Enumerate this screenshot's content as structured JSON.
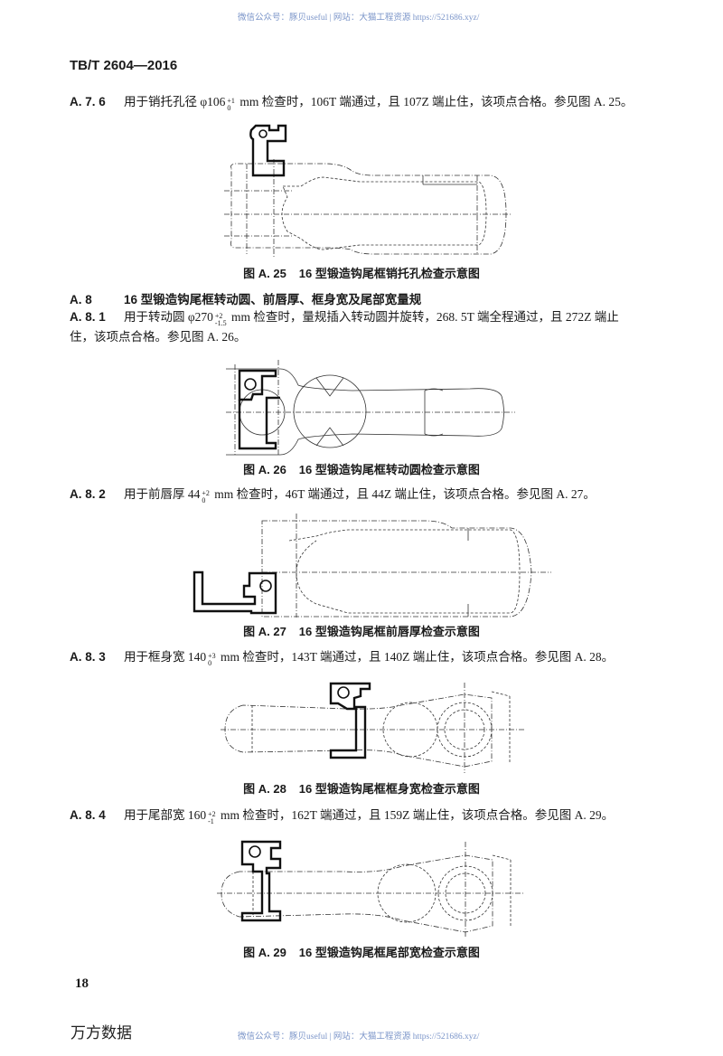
{
  "watermark": {
    "top": "微信公众号：豚贝useful | 网站：大猫工程资源 https://521686.xyz/",
    "bottom": "微信公众号：豚贝useful | 网站：大猫工程资源 https://521686.xyz/"
  },
  "header": {
    "standard_code": "TB/T 2604—2016"
  },
  "sections": {
    "a76": {
      "number": "A. 7. 6",
      "text_before": "用于销托孔径 φ106",
      "tol_upper": "+1",
      "tol_lower": "0",
      "text_after": " mm 检查时，106T 端通过，且 107Z 端止住，该项点合格。参见图 A. 25。"
    },
    "a8": {
      "number": "A. 8",
      "title": "16 型锻造钩尾框转动圆、前唇厚、框身宽及尾部宽量规"
    },
    "a81": {
      "number": "A. 8. 1",
      "text_before": "用于转动圆 φ270",
      "tol_upper": "+2",
      "tol_lower": "-1.5",
      "text_after": " mm 检查时，量规插入转动圆并旋转，268. 5T 端全程通过，且 272Z 端止",
      "text_line2": "住，该项点合格。参见图 A. 26。"
    },
    "a82": {
      "number": "A. 8. 2",
      "text_before": "用于前唇厚 44",
      "tol_upper": "+2",
      "tol_lower": "0",
      "text_after": " mm 检查时，46T 端通过，且 44Z 端止住，该项点合格。参见图 A. 27。"
    },
    "a83": {
      "number": "A. 8. 3",
      "text_before": "用于框身宽 140",
      "tol_upper": "+3",
      "tol_lower": "0",
      "text_after": " mm 检查时，143T 端通过，且 140Z 端止住，该项点合格。参见图 A. 28。"
    },
    "a84": {
      "number": "A. 8. 4",
      "text_before": "用于尾部宽 160",
      "tol_upper": "+2",
      "tol_lower": "-1",
      "text_after": " mm 检查时，162T 端通过，且 159Z 端止住，该项点合格。参见图 A. 29。"
    }
  },
  "figures": [
    {
      "id": "图 A. 25",
      "title": "16 型锻造钩尾框销托孔检查示意图"
    },
    {
      "id": "图 A. 26",
      "title": "16 型锻造钩尾框转动圆检查示意图"
    },
    {
      "id": "图 A. 27",
      "title": "16 型锻造钩尾框前唇厚检查示意图"
    },
    {
      "id": "图 A. 28",
      "title": "16 型锻造钩尾框框身宽检查示意图"
    },
    {
      "id": "图 A. 29",
      "title": "16 型锻造钩尾框尾部宽检查示意图"
    }
  ],
  "footer": {
    "page_number": "18",
    "source_logo": "万方数据"
  }
}
